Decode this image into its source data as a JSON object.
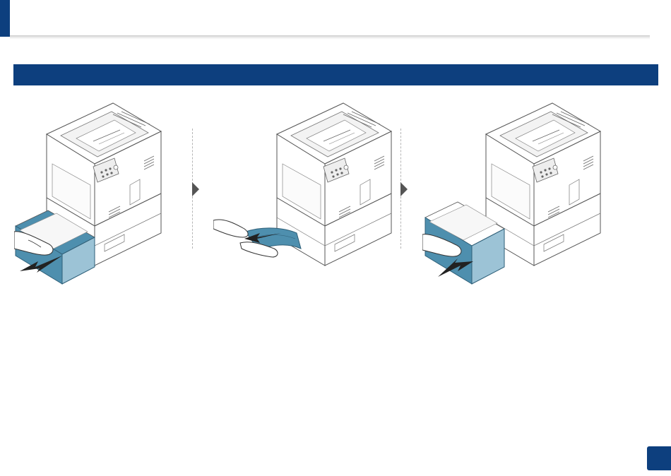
{
  "page": {
    "number": "",
    "accent_color": "#0d3f7e",
    "bar_color": "#0d3f7e",
    "tray_color": "#4e8fae"
  },
  "steps": [
    {
      "id": 1,
      "action": "pull-tray-out",
      "icon": "arrow-left-icon"
    },
    {
      "id": 2,
      "action": "remove-jammed-paper",
      "icon": "arrow-left-icon"
    },
    {
      "id": 3,
      "action": "push-tray-in",
      "icon": "arrow-right-icon"
    }
  ]
}
